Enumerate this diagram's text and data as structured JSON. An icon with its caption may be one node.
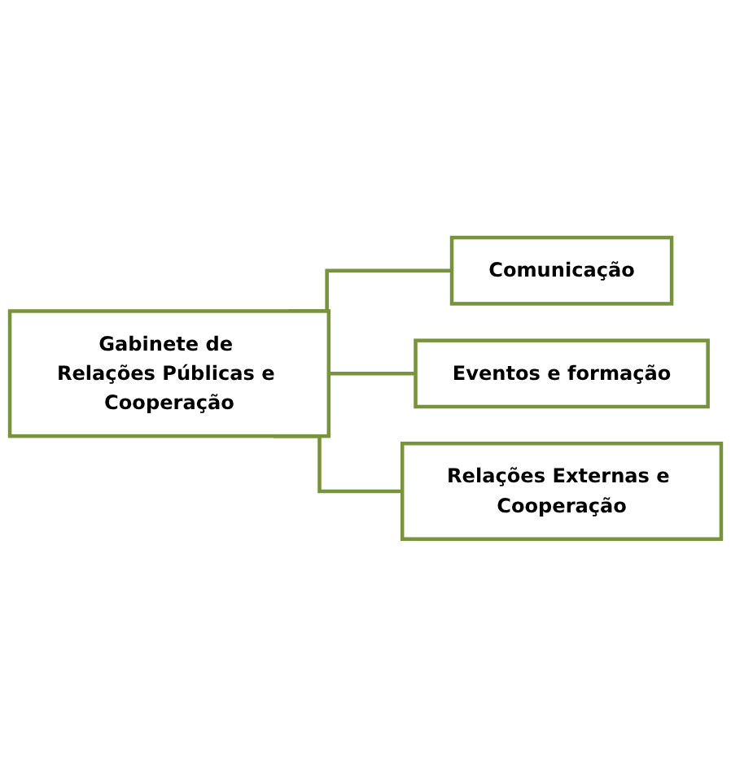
{
  "diagram": {
    "nodes": [
      {
        "text": [
          "Gabinete de Relações Públicas e Cooperação"
        ]
      },
      {
        "text": [
          "Comunicação"
        ]
      },
      {
        "text": [
          "Eventos e formação"
        ]
      },
      {
        "text": [
          "Relações Externas e Cooperação"
        ]
      }
    ],
    "edges": [
      {
        "from": 0,
        "to": 1,
        "arrow": "none"
      },
      {
        "from": 0,
        "to": 2,
        "arrow": "none"
      },
      {
        "from": 0,
        "to": 3,
        "arrow": "none"
      }
    ]
  }
}
